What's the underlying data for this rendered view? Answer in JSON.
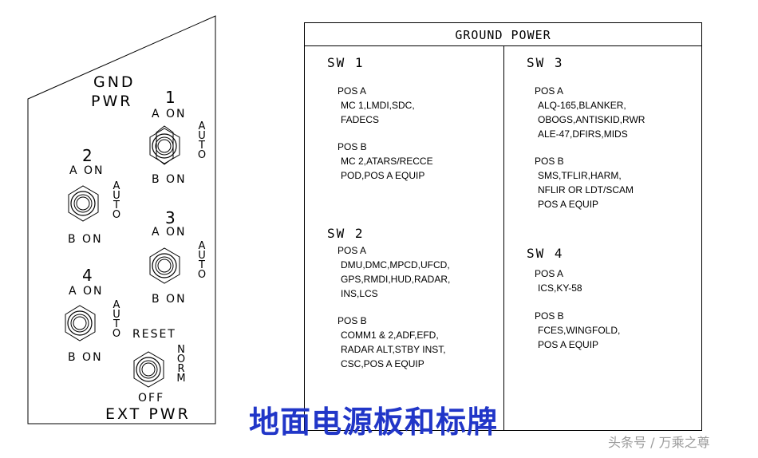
{
  "panel": {
    "top_label_line1": "GND",
    "top_label_line2": "PWR",
    "bottom_label": "EXT PWR",
    "switches": [
      {
        "number": "1",
        "a_label": "A  ON",
        "b_label": "B  ON",
        "auto_label": "AUTO"
      },
      {
        "number": "2",
        "a_label": "A  ON",
        "b_label": "B  ON",
        "auto_label": "AUTO"
      },
      {
        "number": "3",
        "a_label": "A  ON",
        "b_label": "B  ON",
        "auto_label": "AUTO"
      },
      {
        "number": "4",
        "a_label": "A  ON",
        "b_label": "B  ON",
        "auto_label": "AUTO"
      }
    ],
    "reset_switch": {
      "top_label": "RESET",
      "bottom_label": "OFF",
      "side_label": "NORM"
    }
  },
  "table": {
    "title": "GROUND POWER",
    "sections": [
      {
        "title": "SW 1",
        "positions": [
          {
            "pos": "POS A",
            "lines": [
              "MC 1,LMDI,SDC,",
              "FADECS"
            ]
          },
          {
            "pos": "POS B",
            "lines": [
              "MC 2,ATARS/RECCE",
              "POD,POS A EQUIP"
            ]
          }
        ]
      },
      {
        "title": "SW 2",
        "positions": [
          {
            "pos": "POS A",
            "lines": [
              "DMU,DMC,MPCD,UFCD,",
              "GPS,RMDI,HUD,RADAR,",
              "INS,LCS"
            ]
          },
          {
            "pos": "POS B",
            "lines": [
              "COMM1 & 2,ADF,EFD,",
              "RADAR ALT,STBY INST,",
              "CSC,POS A EQUIP"
            ]
          }
        ]
      },
      {
        "title": "SW 3",
        "positions": [
          {
            "pos": "POS A",
            "lines": [
              "ALQ-165,BLANKER,",
              "OBOGS,ANTISKID,RWR",
              "ALE-47,DFIRS,MIDS"
            ]
          },
          {
            "pos": "POS B",
            "lines": [
              "SMS,TFLIR,HARM,",
              "NFLIR OR LDT/SCAM",
              "POS A EQUIP"
            ]
          }
        ]
      },
      {
        "title": "SW 4",
        "positions": [
          {
            "pos": "POS A",
            "lines": [
              "ICS,KY-58"
            ]
          },
          {
            "pos": "POS B",
            "lines": [
              "FCES,WINGFOLD,",
              "POS A EQUIP"
            ]
          }
        ]
      }
    ]
  },
  "caption": "地面电源板和标牌",
  "watermark": "头条号 / 万乘之尊"
}
